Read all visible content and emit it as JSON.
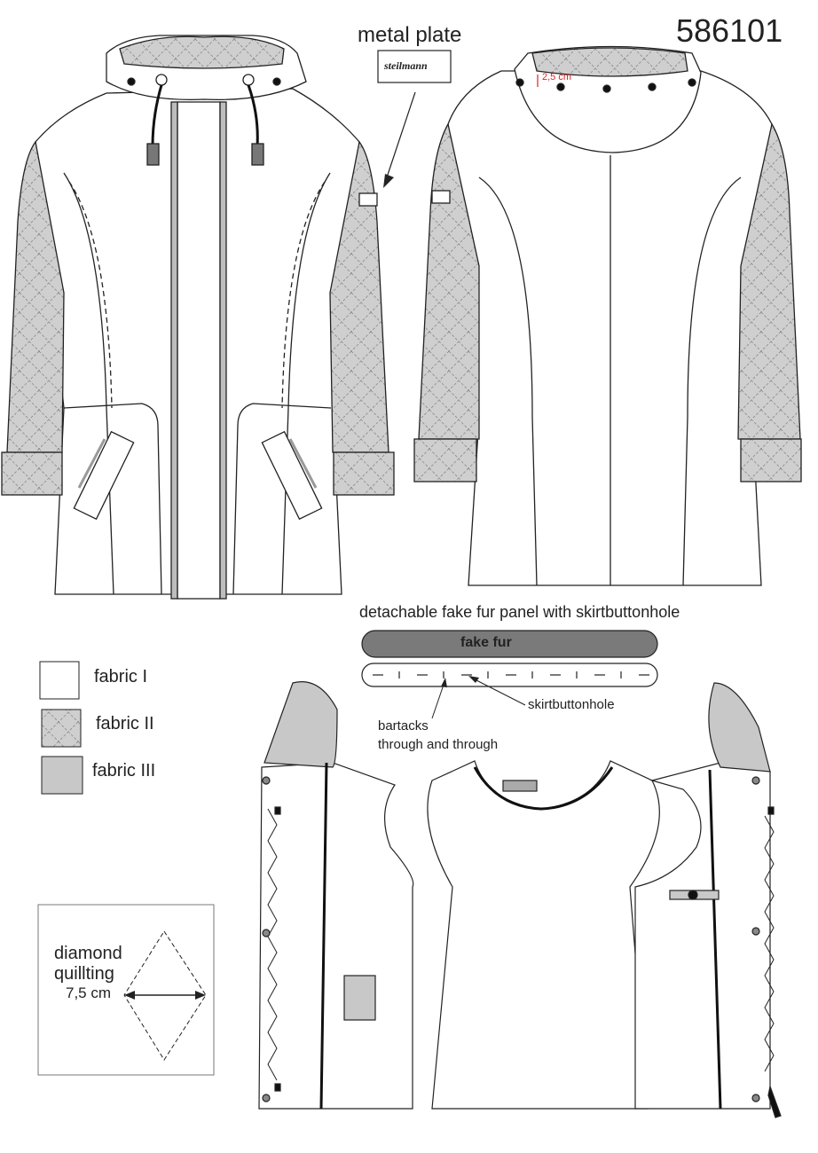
{
  "model_number": "586101",
  "labels": {
    "metal_plate": "metal plate",
    "brand": "steilmann",
    "dimension_collar": "2,5 cm",
    "detachable_panel": "detachable fake fur panel with skirtbuttonhole",
    "fake_fur": "fake fur",
    "skirtbuttonhole": "skirtbuttonhole",
    "bartacks_line1": "bartacks",
    "bartacks_line2": "through and through"
  },
  "legend": {
    "fabric_1": "fabric I",
    "fabric_2": "fabric II",
    "fabric_3": "fabric III"
  },
  "quilting": {
    "line1": "diamond",
    "line2": "quillting",
    "size": "7,5 cm"
  },
  "colors": {
    "fabric_1": "#ffffff",
    "fabric_2": "#cfcfcf",
    "fabric_3": "#c8c8c8",
    "fur": "#7a7a7a",
    "outline": "#222222",
    "dimension": "#e02020"
  }
}
